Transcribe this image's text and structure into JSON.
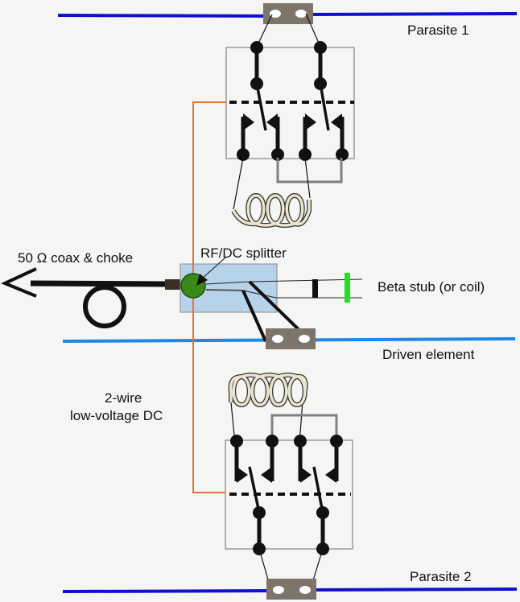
{
  "labels": {
    "parasite1": "Parasite 1",
    "parasite2": "Parasite 2",
    "driven": "Driven element",
    "coax": "50 Ω coax & choke",
    "splitter": "RF/DC splitter",
    "beta": "Beta stub (or coil)",
    "dc_line1": "2-wire",
    "dc_line2": "low-voltage DC"
  },
  "colors": {
    "background": "#f5f5f3",
    "parasite_element": "#1010d0",
    "driven_element": "#1e88e5",
    "dc_wire": "#e8703a",
    "splitter_box": "#b7d3ea",
    "splitter_core": "#3a8a1a",
    "beta_stub_end": "#22e022",
    "insulator": "#7d746c",
    "relay_box_border": "#8a8a8a",
    "coil": "#e8e4d0",
    "jumper": "#808080"
  },
  "components": {
    "relays": [
      "relay-parasite-1",
      "relay-parasite-2"
    ],
    "coils": [
      "loading-coil-1",
      "loading-coil-2"
    ],
    "elements": [
      "parasite-1",
      "driven-element",
      "parasite-2"
    ]
  }
}
